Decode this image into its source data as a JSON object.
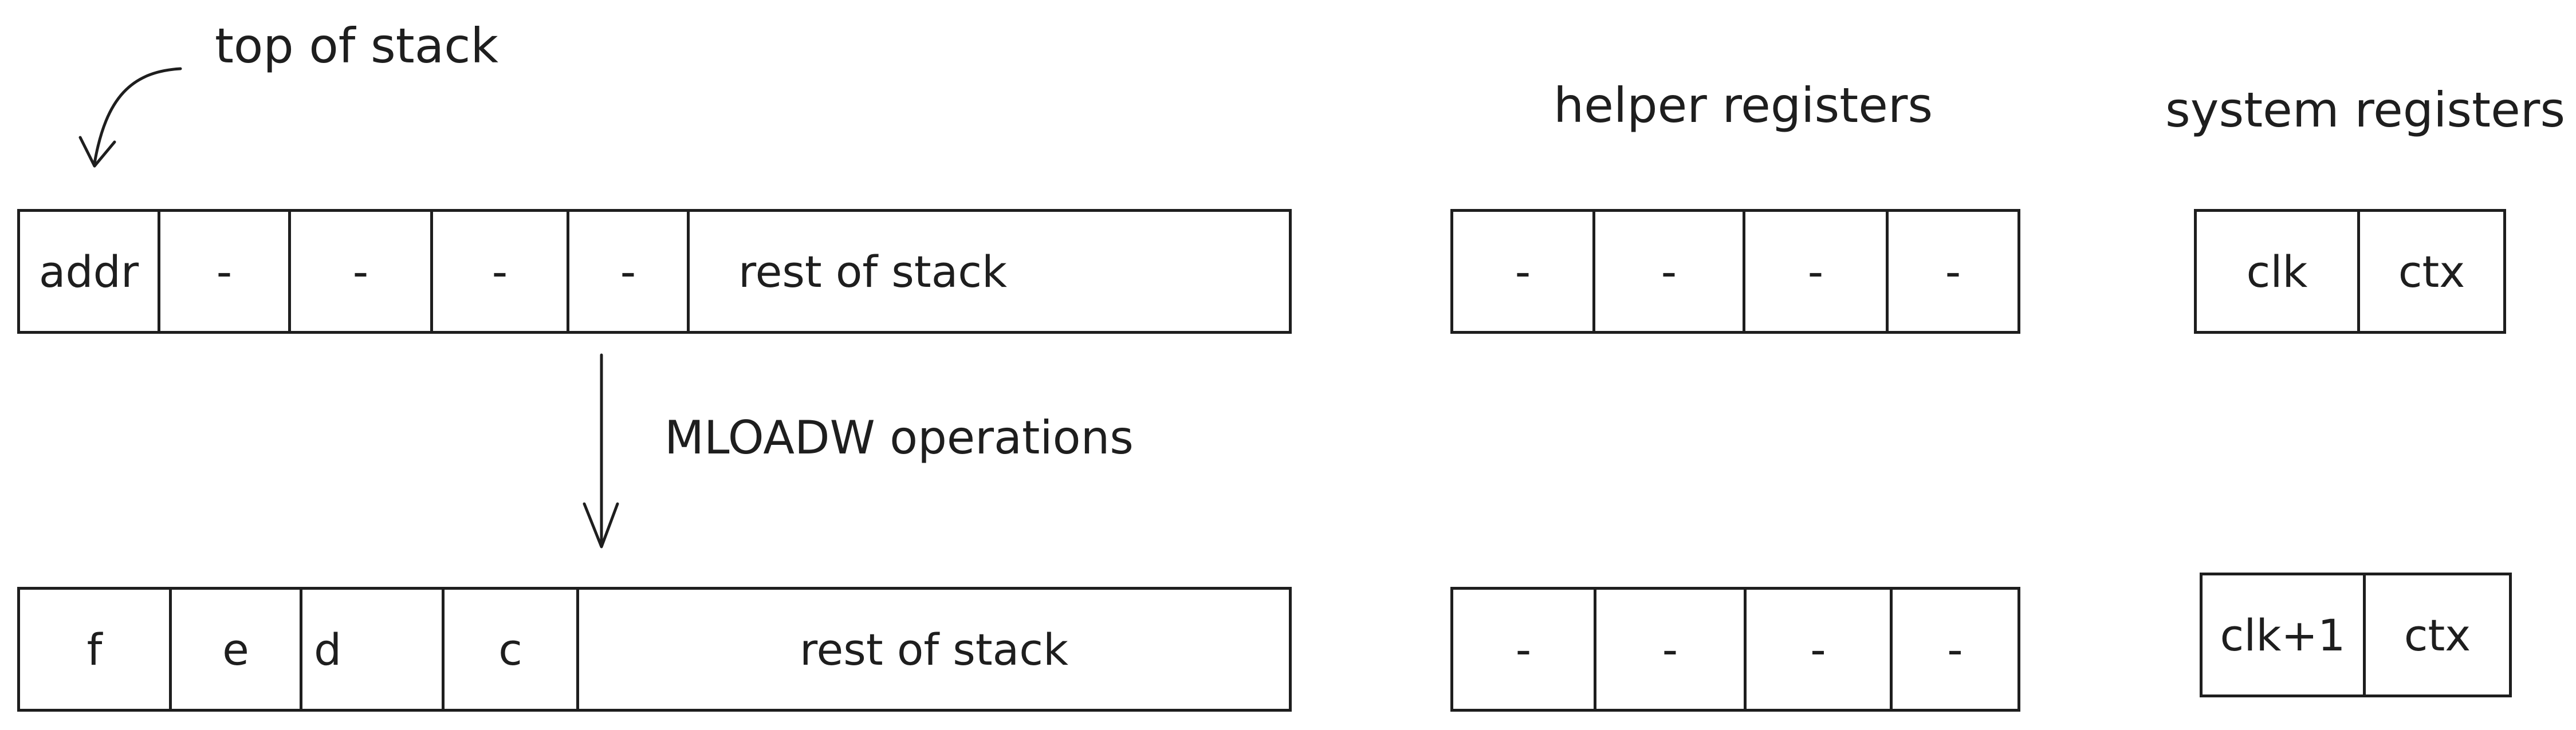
{
  "labels": {
    "top_of_stack": "top of stack",
    "helper_registers": "helper registers",
    "system_registers": "system registers",
    "operation": "MLOADW operations"
  },
  "stack_before": [
    "addr",
    "-",
    "-",
    "-",
    "-",
    "rest of stack"
  ],
  "stack_after": [
    "f",
    "e",
    "d",
    "c",
    "rest of stack"
  ],
  "helper_before": [
    "-",
    "-",
    "-",
    "-"
  ],
  "helper_after": [
    "-",
    "-",
    "-",
    "-"
  ],
  "system_before": [
    "clk",
    "ctx"
  ],
  "system_after": [
    "clk+1",
    "ctx"
  ]
}
